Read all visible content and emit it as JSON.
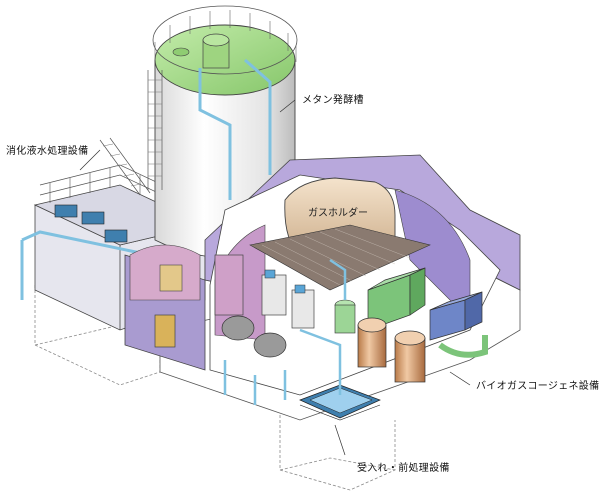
{
  "labels": {
    "methane_tank": "メタン発酵槽",
    "digestate_treatment": "消化液水処理設備",
    "gas_holder": "ガスホルダー",
    "biogas_cogeneration": "バイオガスコージェネ設備",
    "intake_pretreatment": "受入れ・前処理設備"
  },
  "colors": {
    "tank_shell": "#f2f2f2",
    "tank_roof": "#a6d98a",
    "building_wall": "#a99bd0",
    "building_roof": "#b8a8dc",
    "pipe": "#7fc1e0",
    "gas_holder": "#e8d2b5",
    "copper_tank": "#d49a6a",
    "equipment_green": "#7cc47a",
    "equipment_blue": "#6e86c8"
  }
}
